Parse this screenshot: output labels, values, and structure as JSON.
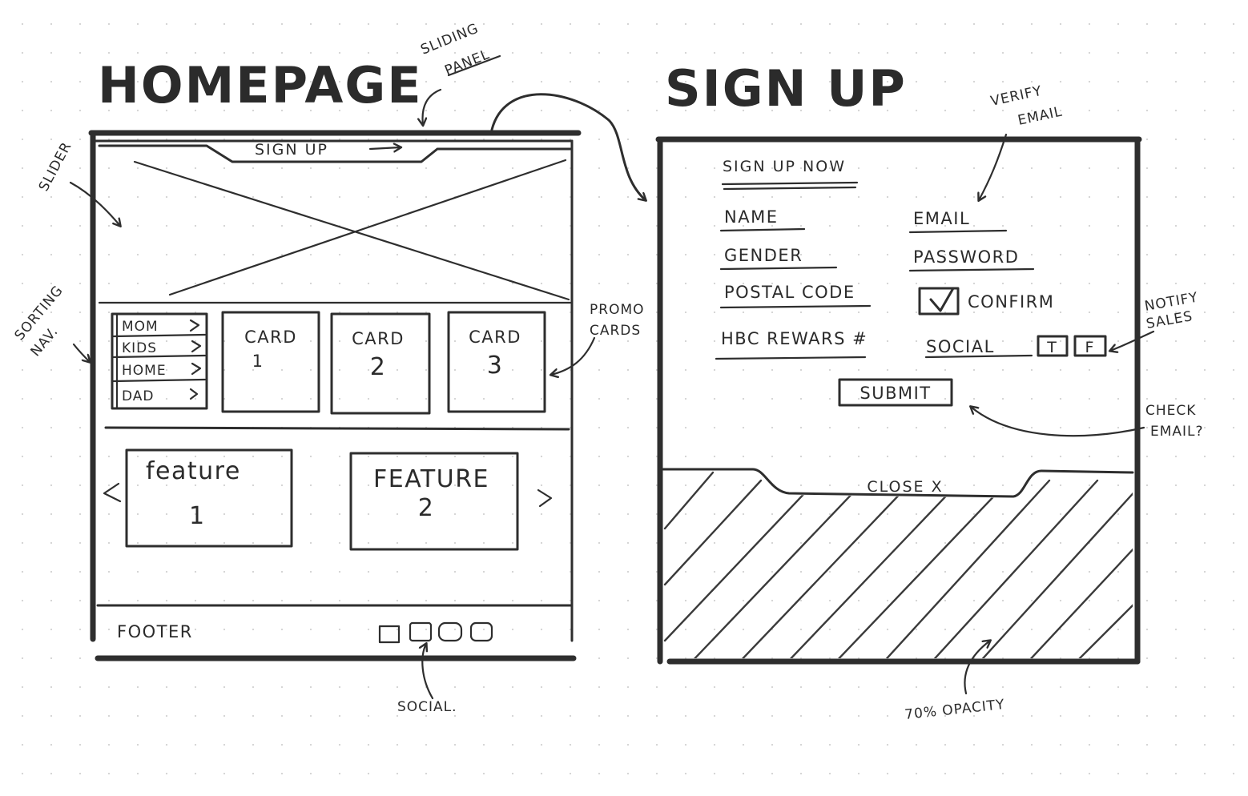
{
  "homepage": {
    "title": "HOMEPAGE",
    "signup_tab": "SIGN UP",
    "sort_nav": [
      "MOM",
      "KIDS",
      "HOME",
      "DAD"
    ],
    "cards": [
      {
        "label": "CARD",
        "number": "1"
      },
      {
        "label": "CARD",
        "number": "2"
      },
      {
        "label": "CARD",
        "number": "3"
      }
    ],
    "features": [
      {
        "label": "feature",
        "number": "1"
      },
      {
        "label": "FEATURE",
        "number": "2"
      }
    ],
    "footer": "FOOTER"
  },
  "signup": {
    "title": "SIGN UP",
    "heading": "SIGN UP NOW",
    "fields_left": [
      "NAME",
      "GENDER",
      "POSTAL CODE",
      "HBC REWARS #"
    ],
    "fields_right": [
      "EMAIL",
      "PASSWORD"
    ],
    "confirm": "CONFIRM",
    "social": "SOCIAL",
    "social_buttons": [
      "T",
      "F"
    ],
    "submit": "SUBMIT",
    "close": "CLOSE X"
  },
  "annotations": {
    "sliding_panel": [
      "SLIDING",
      "PANEL"
    ],
    "slider": "SLIDER",
    "sorting_nav": [
      "SORTING",
      "NAV."
    ],
    "promo_cards": [
      "PROMO",
      "CARDS"
    ],
    "social": "SOCIAL.",
    "verify_email": [
      "VERIFY",
      "EMAIL"
    ],
    "notify_sales": [
      "NOTIFY",
      "SALES"
    ],
    "check_email": [
      "CHECK",
      "EMAIL?"
    ],
    "opacity": "70% OPACITY"
  }
}
